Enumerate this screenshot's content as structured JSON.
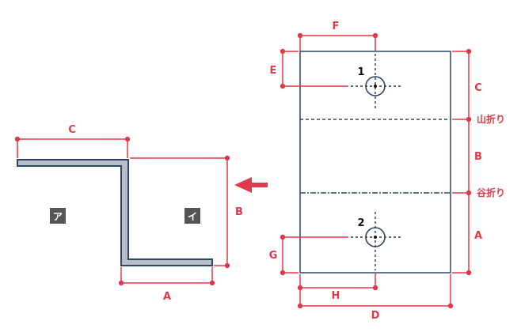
{
  "colors": {
    "dimension": "#e03a4a",
    "outline": "#2f4466",
    "profile_fill": "#b8bec6",
    "badge": "#555555"
  },
  "side_view": {
    "labels": {
      "c": "C",
      "b": "B",
      "a": "A"
    },
    "badges": {
      "left": "ア",
      "right": "イ"
    },
    "arrow_icon": "left-arrow"
  },
  "flat_view": {
    "labels": {
      "f": "F",
      "e": "E",
      "c": "C",
      "b": "B",
      "a": "A",
      "g": "G",
      "h": "H",
      "d": "D"
    },
    "folds": {
      "mountain": "山折り",
      "valley": "谷折り"
    },
    "holes": {
      "one": "1",
      "two": "2"
    }
  }
}
